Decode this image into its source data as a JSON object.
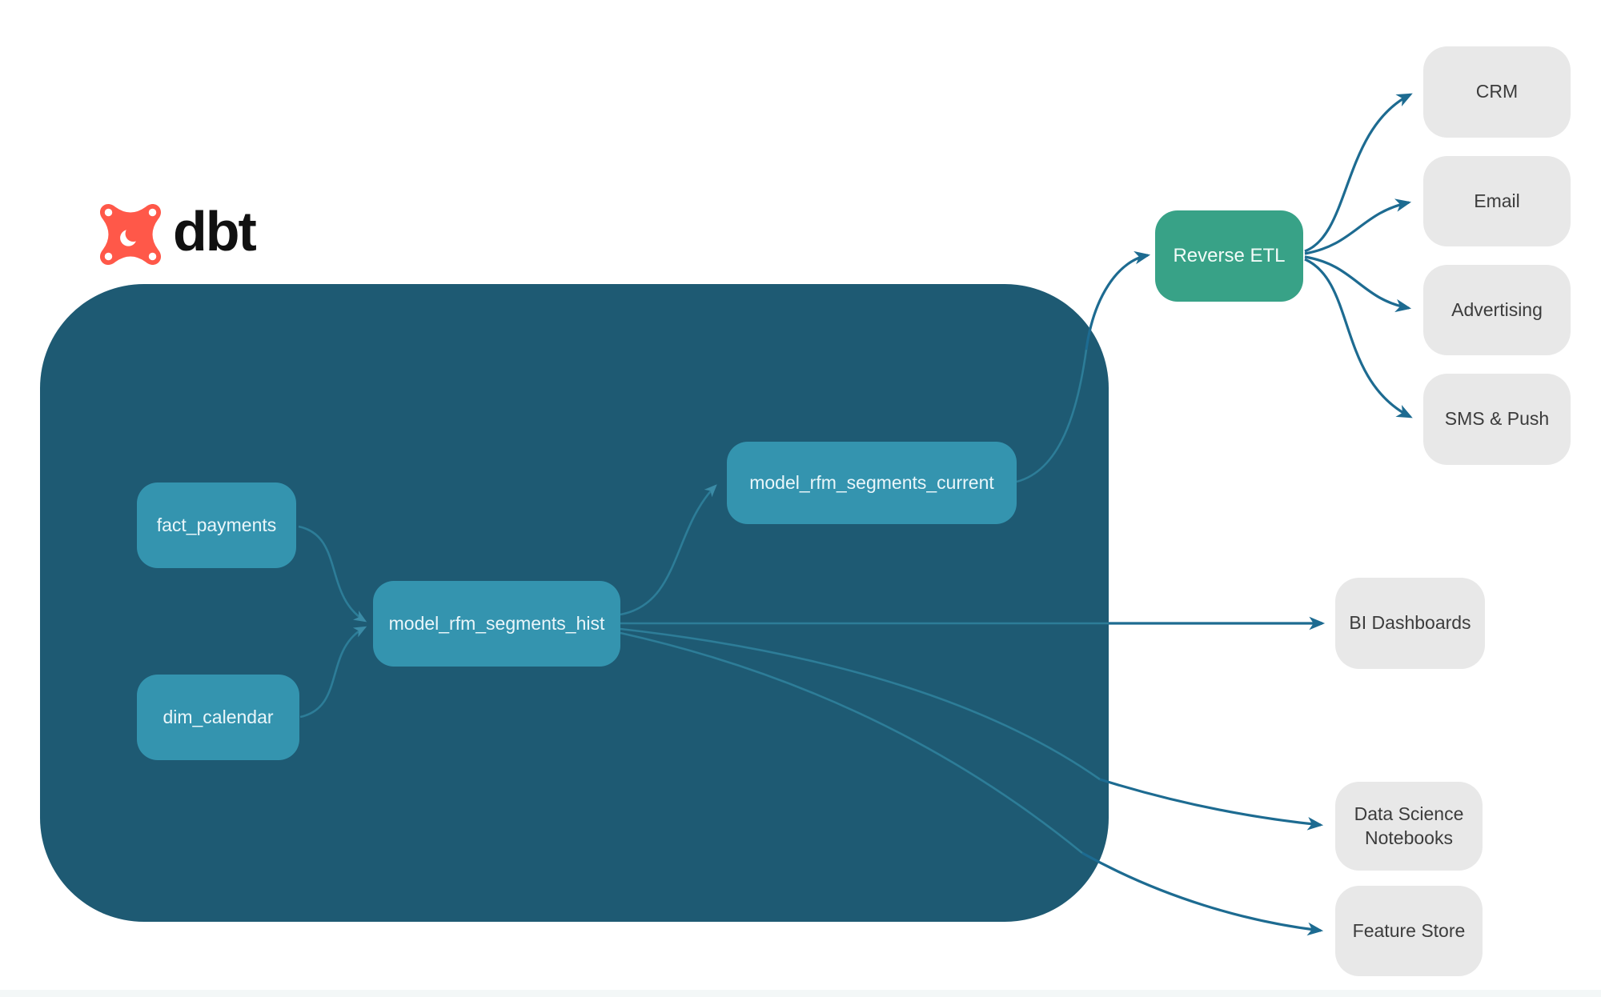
{
  "brand": {
    "name": "dbt"
  },
  "colors": {
    "container_bg": "#1E5A73",
    "model_node_bg": "#3494AF",
    "model_node_text": "#EAF6FA",
    "reverse_etl_bg": "#38A287",
    "destination_bg": "#E8E8E8",
    "destination_text": "#3C3C3C",
    "edge_inside": "#2D7D98",
    "edge_outside": "#1D6B91",
    "logo_orange": "#FF5849",
    "logo_text": "#111111"
  },
  "nodes": {
    "fact_payments": {
      "label": "fact_payments",
      "type": "model"
    },
    "dim_calendar": {
      "label": "dim_calendar",
      "type": "model"
    },
    "model_rfm_segments_hist": {
      "label": "model_rfm_segments_hist",
      "type": "model"
    },
    "model_rfm_segments_current": {
      "label": "model_rfm_segments_current",
      "type": "model"
    },
    "reverse_etl": {
      "label": "Reverse ETL",
      "type": "tool"
    },
    "crm": {
      "label": "CRM",
      "type": "destination"
    },
    "email": {
      "label": "Email",
      "type": "destination"
    },
    "advertising": {
      "label": "Advertising",
      "type": "destination"
    },
    "sms_push": {
      "label": "SMS & Push",
      "type": "destination"
    },
    "bi_dashboards": {
      "label": "BI Dashboards",
      "type": "destination"
    },
    "data_science_notebooks": {
      "label": "Data Science Notebooks",
      "type": "destination"
    },
    "feature_store": {
      "label": "Feature Store",
      "type": "destination"
    }
  },
  "edges": [
    {
      "from": "fact_payments",
      "to": "model_rfm_segments_hist"
    },
    {
      "from": "dim_calendar",
      "to": "model_rfm_segments_hist"
    },
    {
      "from": "model_rfm_segments_hist",
      "to": "model_rfm_segments_current"
    },
    {
      "from": "model_rfm_segments_current",
      "to": "reverse_etl"
    },
    {
      "from": "reverse_etl",
      "to": "crm"
    },
    {
      "from": "reverse_etl",
      "to": "email"
    },
    {
      "from": "reverse_etl",
      "to": "advertising"
    },
    {
      "from": "reverse_etl",
      "to": "sms_push"
    },
    {
      "from": "model_rfm_segments_hist",
      "to": "bi_dashboards"
    },
    {
      "from": "model_rfm_segments_hist",
      "to": "data_science_notebooks"
    },
    {
      "from": "model_rfm_segments_hist",
      "to": "feature_store"
    }
  ]
}
